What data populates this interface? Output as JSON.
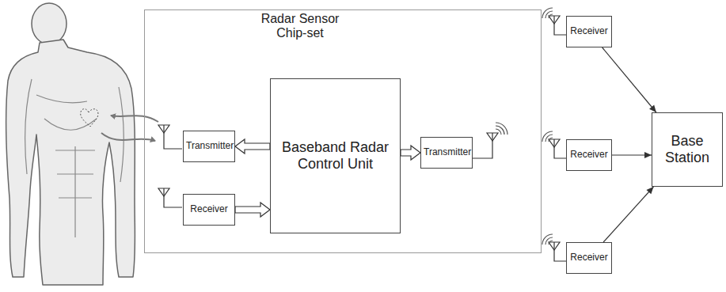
{
  "diagram": {
    "nodes": [
      {
        "text": [
          "Radar Sensor Chip-set"
        ]
      },
      {
        "text": [
          "Transmitter"
        ],
        "in": 0
      },
      {
        "text": [
          "Receiver"
        ],
        "in": 0
      },
      {
        "text": [
          "Baseband Radar Control Unit"
        ],
        "in": 0
      },
      {
        "text": [
          "Transmitter"
        ],
        "in": 0
      },
      {
        "text": [
          "Receiver"
        ]
      },
      {
        "text": [
          "Receiver"
        ]
      },
      {
        "text": [
          "Receiver"
        ]
      },
      {
        "text": [
          "Base Station"
        ]
      }
    ],
    "edges": [
      {
        "from": 3,
        "to": 1,
        "arrow": "to"
      },
      {
        "from": 2,
        "to": 3,
        "arrow": "to"
      },
      {
        "from": 3,
        "to": 4,
        "arrow": "to"
      },
      {
        "from": 5,
        "to": 8,
        "arrow": "to"
      },
      {
        "from": 6,
        "to": 8,
        "arrow": "to"
      },
      {
        "from": 7,
        "to": 8,
        "arrow": "to"
      }
    ]
  }
}
